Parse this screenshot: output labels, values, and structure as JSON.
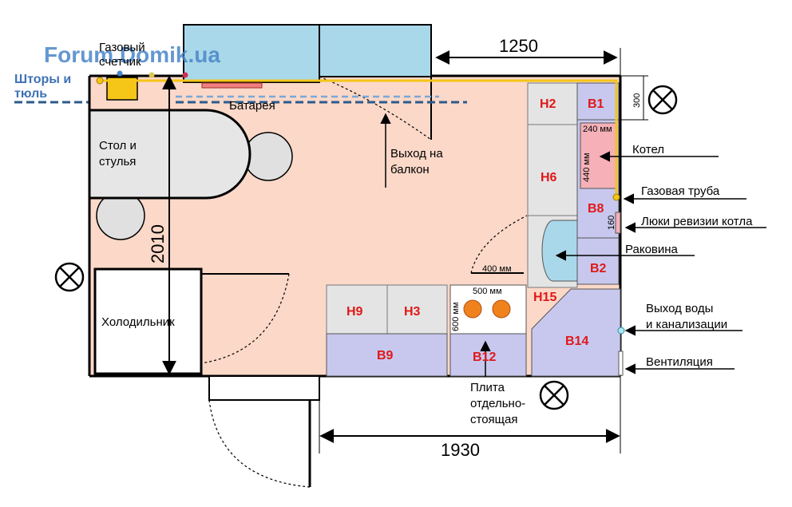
{
  "watermark": "Forum.Domik.ua",
  "curtains_label": [
    "Шторы и",
    "тюль"
  ],
  "labels": {
    "gas_meter": [
      "Газовый",
      "счетчик"
    ],
    "radiator": "Батарея",
    "table": [
      "Стол и",
      "стулья"
    ],
    "balcony_exit": [
      "Выход на",
      "балкон"
    ],
    "fridge": "Холодильник",
    "boiler": "Котел",
    "gas_pipe": "Газовая труба",
    "boiler_hatches": "Люки ревизии котла",
    "sink": "Раковина",
    "water_exit": [
      "Выход воды",
      "и канализации"
    ],
    "ventilation": "Вентиляция",
    "stove": [
      "Плита",
      "отдельно-",
      "стоящая"
    ]
  },
  "dimensions": {
    "top_width": "1250",
    "bottom_width": "1930",
    "height": "2010",
    "right_top": "300",
    "boiler_w": "240 мм",
    "boiler_h": "440 мм",
    "hatch": "160",
    "door_400": "400 мм",
    "stove_w": "500 мм",
    "stove_d": "600 мм"
  },
  "modules": {
    "H2": "H2",
    "B1": "B1",
    "H6": "H6",
    "B8": "B8",
    "B2": "B2",
    "H15": "H15",
    "B14": "B14",
    "H9": "H9",
    "H3": "H3",
    "B9": "B9",
    "B12": "B12"
  },
  "colors": {
    "floor": "#fbd8c8",
    "upper_cabinet": "#e4e4e4",
    "lower_cabinet": "#c8c8ee",
    "window": "#a9d8ea",
    "boiler": "#f5b0b8",
    "gas_pipe": "#f5c518",
    "code_text": "#e01818"
  }
}
